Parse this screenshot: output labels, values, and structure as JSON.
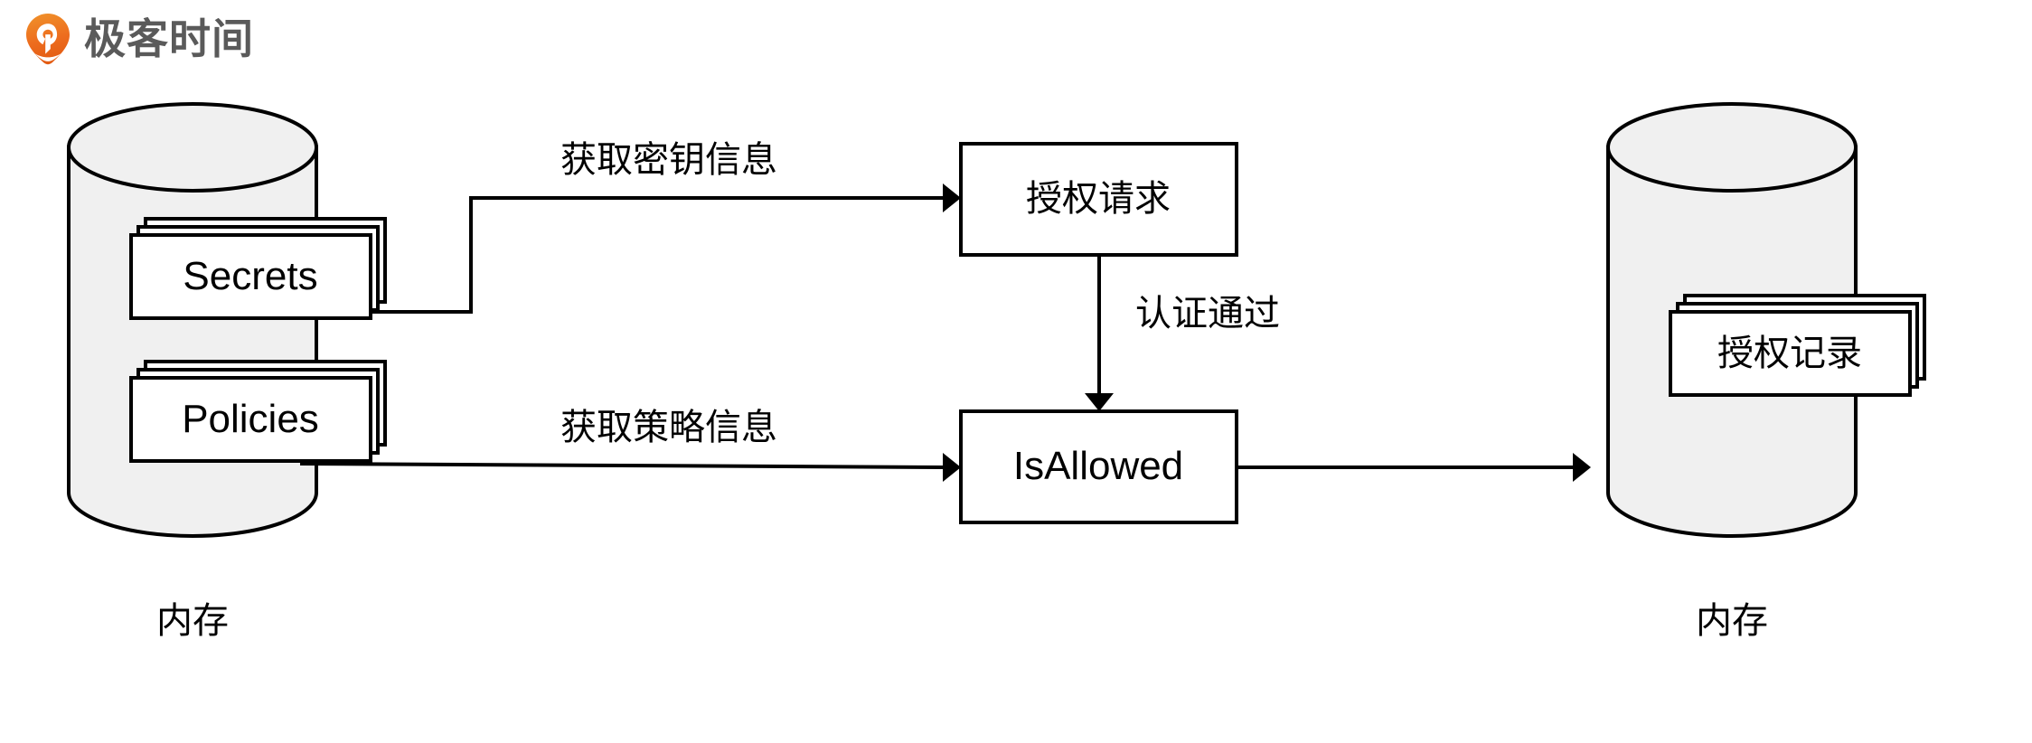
{
  "brand": {
    "logo_icon": "geekbang-pin-logo-icon",
    "name": "极客时间",
    "accent_color": "#ED6C1E"
  },
  "colors": {
    "cylinder_fill": "#F0F0F0",
    "card_fill": "#FFFFFF",
    "stroke": "#000000",
    "background": "#FFFFFF"
  },
  "diagram": {
    "type": "flow",
    "stores": [
      {
        "id": "left-memory-store",
        "caption": "内存",
        "cards": [
          {
            "id": "secrets",
            "label": "Secrets",
            "stack": 3
          },
          {
            "id": "policies",
            "label": "Policies",
            "stack": 3
          }
        ]
      },
      {
        "id": "right-memory-store",
        "caption": "内存",
        "cards": [
          {
            "id": "auth-records",
            "label": "授权记录",
            "stack": 3
          }
        ]
      }
    ],
    "nodes": [
      {
        "id": "auth-request",
        "label": "授权请求"
      },
      {
        "id": "is-allowed",
        "label": "IsAllowed"
      }
    ],
    "edges": [
      {
        "id": "edge-secrets-to-auth-request",
        "label": "获取密钥信息",
        "from": "secrets",
        "to": "auth-request",
        "arrow": "end"
      },
      {
        "id": "edge-auth-request-to-is-allowed",
        "label": "认证通过",
        "from": "auth-request",
        "to": "is-allowed",
        "arrow": "end"
      },
      {
        "id": "edge-policies-to-is-allowed",
        "label": "获取策略信息",
        "from": "policies",
        "to": "is-allowed",
        "arrow": "end"
      },
      {
        "id": "edge-is-allowed-to-records",
        "label": "",
        "from": "is-allowed",
        "to": "right-memory-store",
        "arrow": "end"
      }
    ]
  }
}
